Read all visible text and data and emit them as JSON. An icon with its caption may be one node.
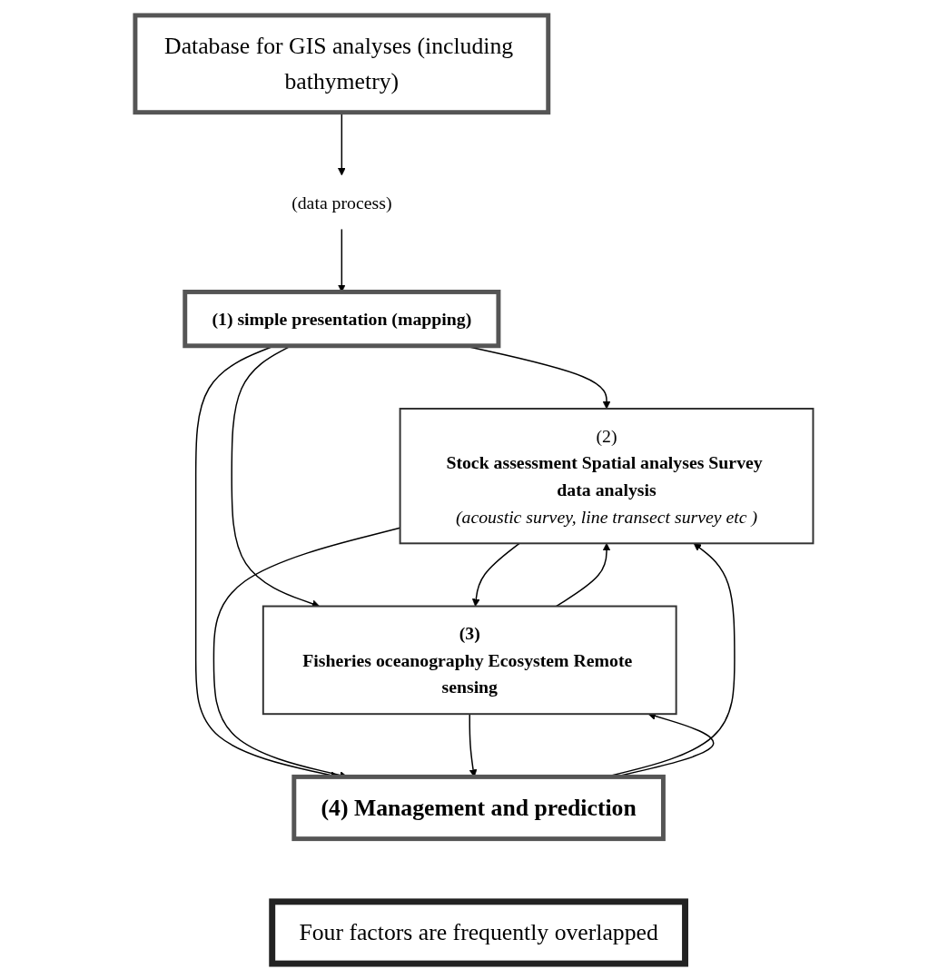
{
  "diagram": {
    "nodes": [
      {
        "text": [
          "Database for GIS analyses (including bathymetry)"
        ]
      },
      {
        "text": [
          "(data process)"
        ]
      },
      {
        "text": [
          "(1) simple presentation (mapping)"
        ]
      },
      {
        "text": [
          "(2)",
          "Stock assessment Spatial analyses Survey data analysis",
          "(acoustic survey, line transect survey etc )"
        ]
      },
      {
        "text": [
          "(3)",
          "Fisheries oceanography Ecosystem Remote sensing"
        ]
      },
      {
        "text": [
          "(4) Management and prediction"
        ]
      },
      {
        "text": [
          "Four factors are frequently overlapped"
        ]
      }
    ],
    "edges": [
      {
        "from": 0,
        "to": 1,
        "arrow": "to"
      },
      {
        "from": 1,
        "to": 2,
        "arrow": "to"
      },
      {
        "from": 2,
        "to": 3,
        "arrow": "to"
      },
      {
        "from": 2,
        "to": 5,
        "arrow": "to"
      },
      {
        "from": 2,
        "to": 4,
        "arrow": "to"
      },
      {
        "from": 3,
        "to": 4,
        "arrow": "to"
      },
      {
        "from": 4,
        "to": 3,
        "arrow": "to"
      },
      {
        "from": 3,
        "to": 5,
        "arrow": "to"
      },
      {
        "from": 5,
        "to": 3,
        "arrow": "to"
      },
      {
        "from": 4,
        "to": 5,
        "arrow": "to"
      },
      {
        "from": 5,
        "to": 4,
        "arrow": "to"
      }
    ]
  }
}
